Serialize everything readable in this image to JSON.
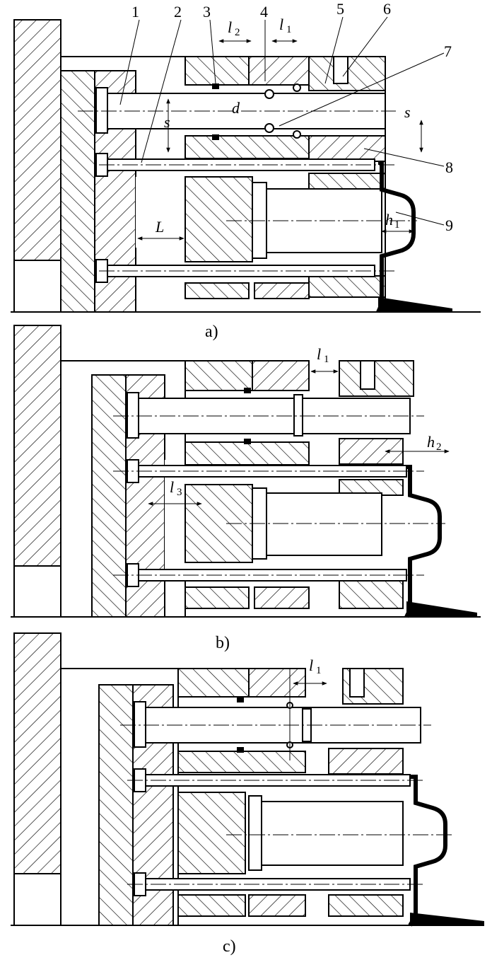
{
  "figure": {
    "panels": [
      {
        "caption": "a)"
      },
      {
        "caption": "b)"
      },
      {
        "caption": "c)"
      }
    ],
    "part_numbers": [
      "1",
      "2",
      "3",
      "4",
      "5",
      "6",
      "7",
      "8",
      "9"
    ],
    "dimensions": {
      "l": "l",
      "sub1": "1",
      "sub2": "2",
      "sub3": "3",
      "s": "s",
      "d": "d",
      "L": "L",
      "h": "h"
    }
  }
}
